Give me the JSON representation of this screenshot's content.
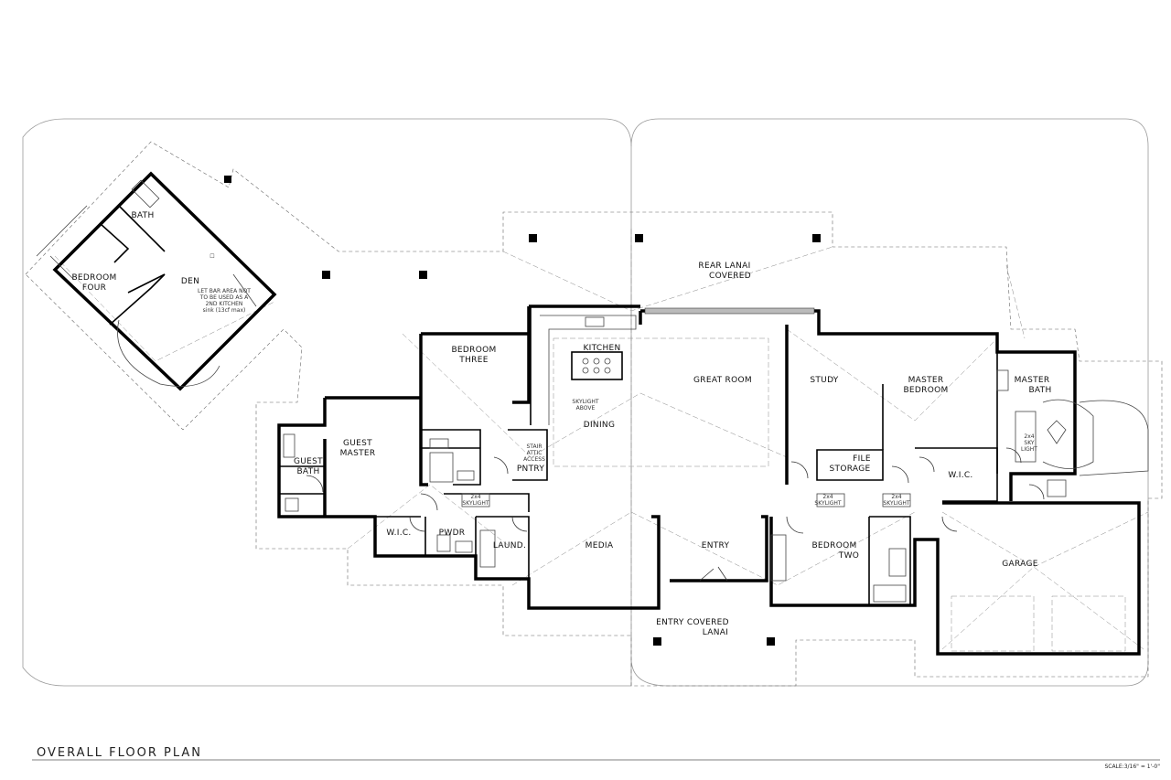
{
  "title": "OVERALL FLOOR PLAN",
  "scale": "SCALE:3/16\" = 1'-0\"",
  "den_note": [
    "LET BAR AREA NOT",
    "TO BE USED AS A",
    "2ND KITCHEN",
    "sink (13cf max)"
  ],
  "rooms": {
    "bath": "BATH",
    "bedroom_four": [
      "BEDROOM",
      "FOUR"
    ],
    "den": "DEN",
    "rear_lanai": [
      "REAR LANAI",
      "COVERED"
    ],
    "kitchen": "KITCHEN",
    "skylight_above": [
      "SKYLIGHT",
      "ABOVE"
    ],
    "great_room": "GREAT ROOM",
    "dining": "DINING",
    "bedroom_three": [
      "BEDROOM",
      "THREE"
    ],
    "pantry": "PNTRY",
    "attic_access": [
      "STAIR",
      "ATTIC",
      "ACCESS"
    ],
    "guest_master": [
      "GUEST",
      "MASTER"
    ],
    "guest_bath": [
      "GUEST",
      "BATH"
    ],
    "wic_left": "W.I.C.",
    "powder": "PWDR",
    "laundry": "LAUND.",
    "skylight_2x4": [
      "2x4",
      "SKYLIGHT"
    ],
    "media": "MEDIA",
    "entry": "ENTRY",
    "entry_covered_lanai": [
      "ENTRY COVERED",
      "LANAI"
    ],
    "study": "STUDY",
    "master_bedroom": [
      "MASTER",
      "BEDROOM"
    ],
    "master_bath": [
      "MASTER",
      "BATH"
    ],
    "skylight_2x4_bath": [
      "2x4",
      "SKY",
      "LIGHT"
    ],
    "file_storage": [
      "FILE",
      "STORAGE"
    ],
    "wic_right": "W.I.C.",
    "bedroom_two": [
      "BEDROOM",
      "TWO"
    ],
    "garage": "GARAGE"
  }
}
